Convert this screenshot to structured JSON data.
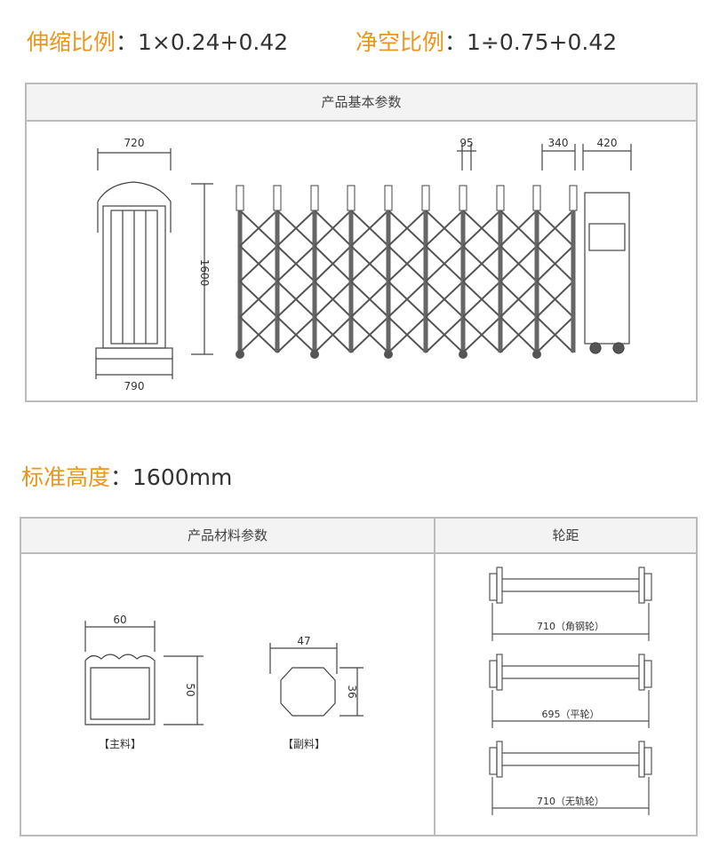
{
  "ratios": {
    "stretch_label": "伸缩比例",
    "stretch_value": "：1×0.24+0.42",
    "clear_label": "净空比例",
    "clear_value": "：1÷0.75+0.42"
  },
  "basic": {
    "title": "产品基本参数",
    "dims": {
      "width_top": "720",
      "width_bottom": "790",
      "height": "1600",
      "post_gap": "95",
      "section": "340",
      "box": "420"
    }
  },
  "height": {
    "label": "标准高度",
    "value": "：1600mm"
  },
  "material": {
    "title": "产品材料参数",
    "main_width": "60",
    "main_height": "50",
    "main_label": "【主料】",
    "sub_width": "47",
    "sub_height": "36",
    "sub_label": "【副料】"
  },
  "wheelbase": {
    "title": "轮距",
    "items": [
      "710（角钢轮）",
      "695（平轮）",
      "710（无轨轮）"
    ]
  }
}
